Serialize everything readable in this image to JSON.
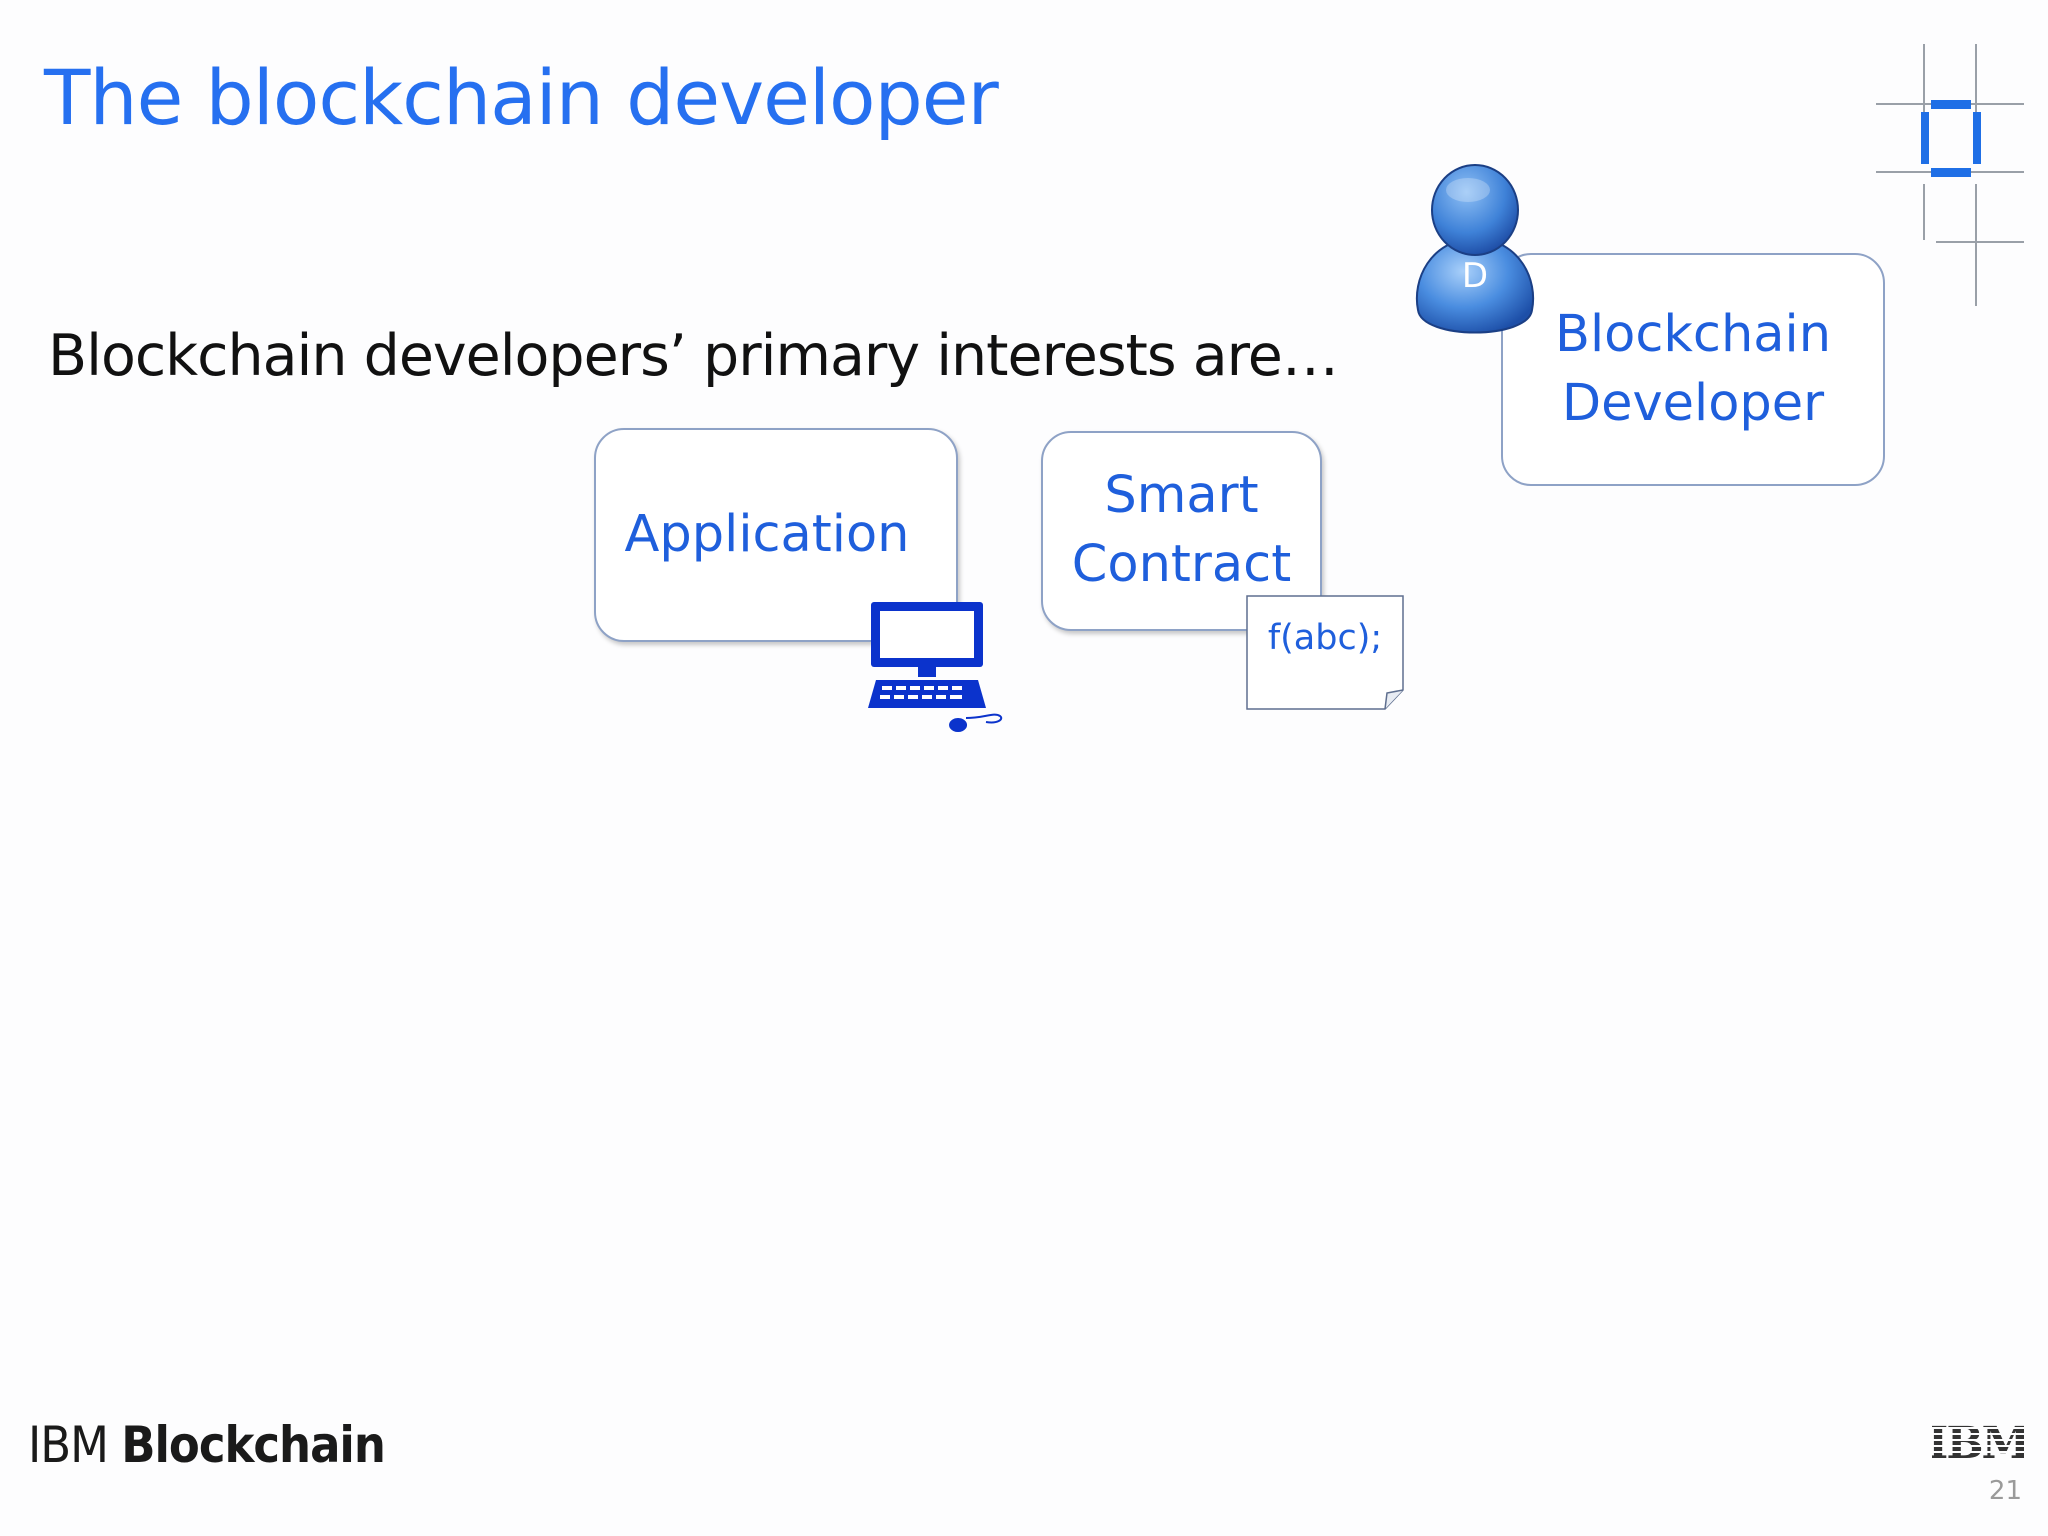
{
  "slide": {
    "title": "The blockchain developer",
    "subtitle": "Blockchain developers’ primary interests are…",
    "page_number": "21"
  },
  "diagram": {
    "application_label": "Application",
    "smart_contract_label_line1": "Smart",
    "smart_contract_label_line2": "Contract",
    "code_note_text": "f(abc);",
    "developer_label_line1": "Blockchain",
    "developer_label_line2": "Developer",
    "developer_icon_letter": "D"
  },
  "footer": {
    "brand_light": "IBM",
    "brand_bold": "Blockchain",
    "logo_text": "IBM"
  },
  "colors": {
    "accent": "#1f5fdc",
    "accent_bright": "#2670f0",
    "box_border": "#8ea2c6",
    "icon_blue": "#0b33cc",
    "person_blue": "#4a8de0",
    "corner_blue": "#1f6fe6",
    "text_dark": "#111111"
  },
  "icons": {
    "computer": "desktop-computer-icon",
    "person": "person-icon",
    "corner": "ibm-corner-bracket-icon"
  }
}
